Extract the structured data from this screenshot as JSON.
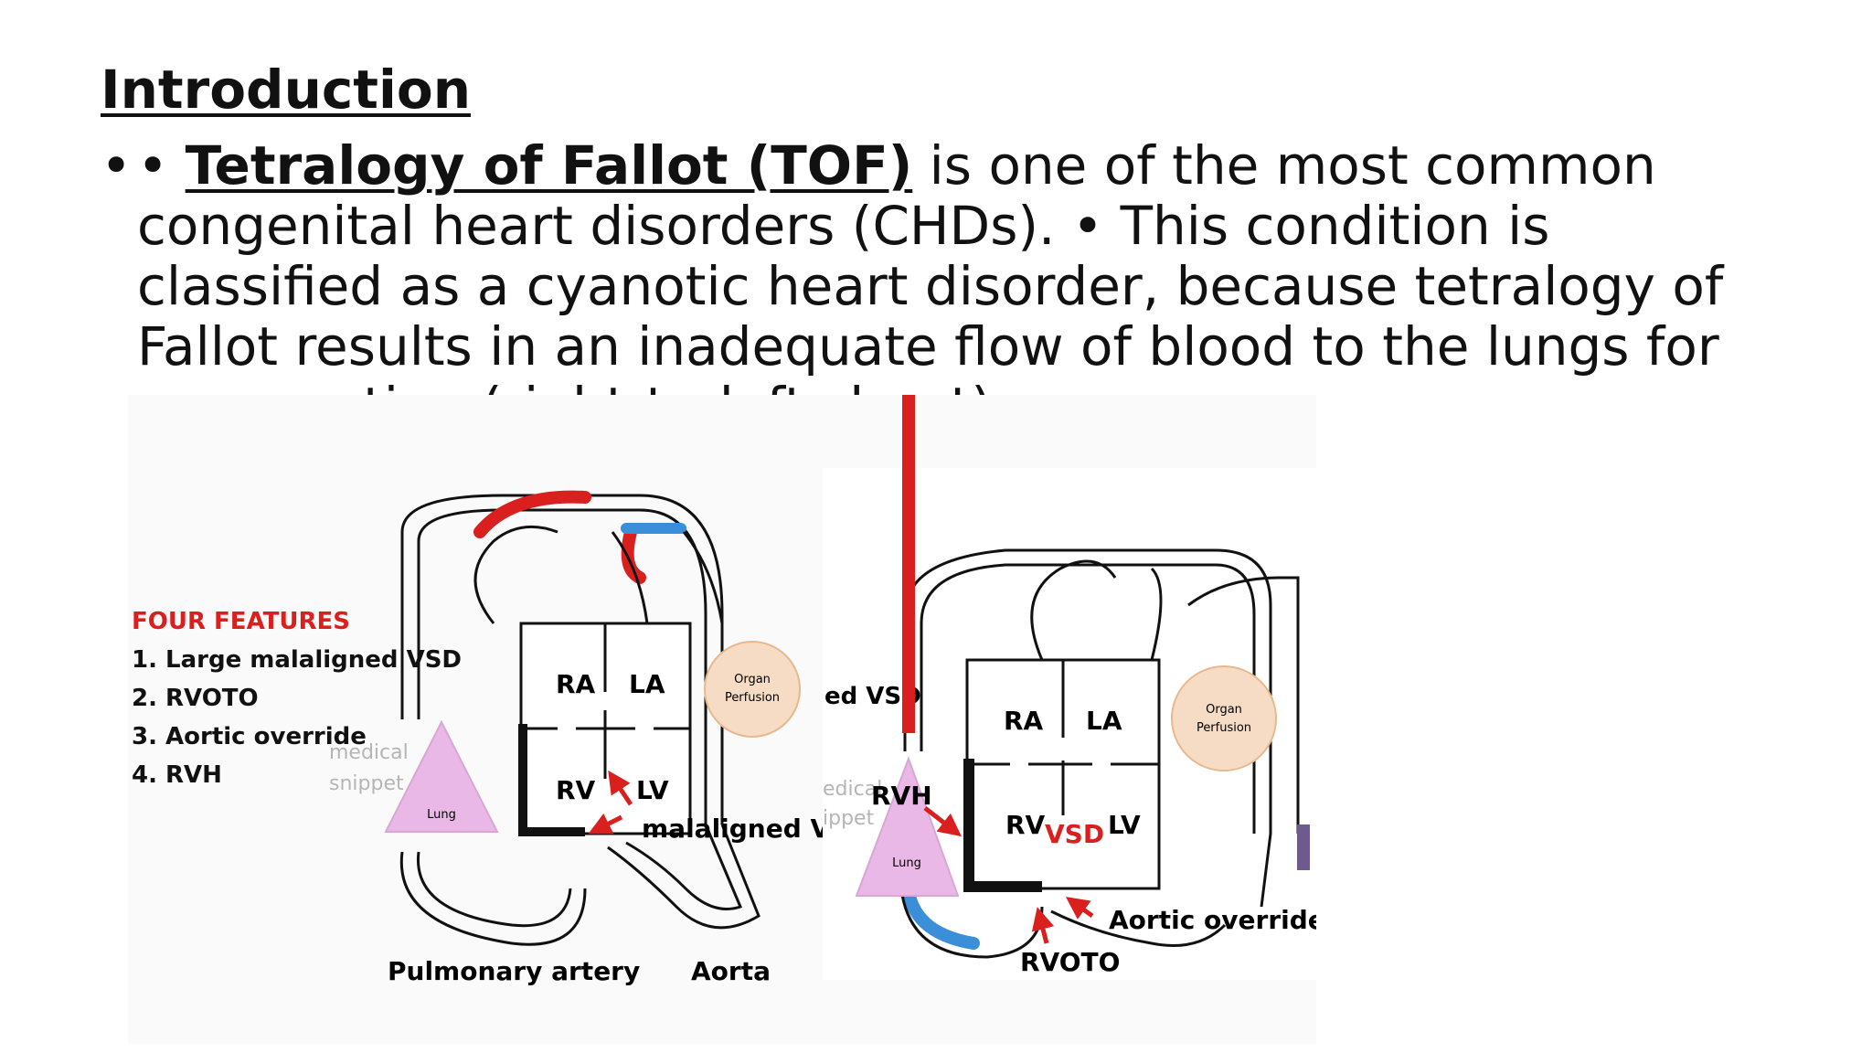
{
  "slide": {
    "title": "Introduction",
    "bullet_marker": "•",
    "bullet_prefix": "• ",
    "term": "Tetralogy of Fallot (TOF)",
    "bullet_rest": " is one of the most common congenital heart disorders (CHDs). • This condition is classified as a cyanotic heart disorder, because tetralogy of Fallot results in an inadequate flow of blood to the lungs for oxygenation (right-to-left shunt)."
  },
  "left_diagram": {
    "features_title": "FOUR FEATURES",
    "features": [
      "1. Large malaligned VSD",
      "2. RVOTO",
      "3. Aortic override",
      "4. RVH"
    ],
    "watermark_line1": "medical",
    "watermark_line2": "snippet",
    "chamber_ra": "RA",
    "chamber_la": "LA",
    "chamber_rv": "RV",
    "chamber_lv": "LV",
    "organ_line1": "Organ",
    "organ_line2": "Perfusion",
    "lung": "Lung",
    "vsd_label": "malaligned VSD margins",
    "pulmonary_label": "Pulmonary artery",
    "aorta_label": "Aorta"
  },
  "right_diagram": {
    "cut_label": "ed VSD",
    "watermark_line1": "edical",
    "watermark_line2": "ippet",
    "rvh_label": "RVH",
    "chamber_ra": "RA",
    "chamber_la": "LA",
    "chamber_rv": "RV",
    "chamber_lv": "LV",
    "vsd": "VSD",
    "organ_line1": "Organ",
    "organ_line2": "Perfusion",
    "lung": "Lung",
    "aortic_override": "Aortic override",
    "rvoto": "RVOTO"
  },
  "colors": {
    "text": "#111111",
    "red": "#d9201f",
    "blue": "#3a8fd8",
    "lung_fill": "#e9b8e6",
    "organ_fill": "#f6dcc4",
    "organ_stroke": "#e8b88e",
    "purple": "#6f5a90",
    "watermark": "#b5b5b5"
  }
}
